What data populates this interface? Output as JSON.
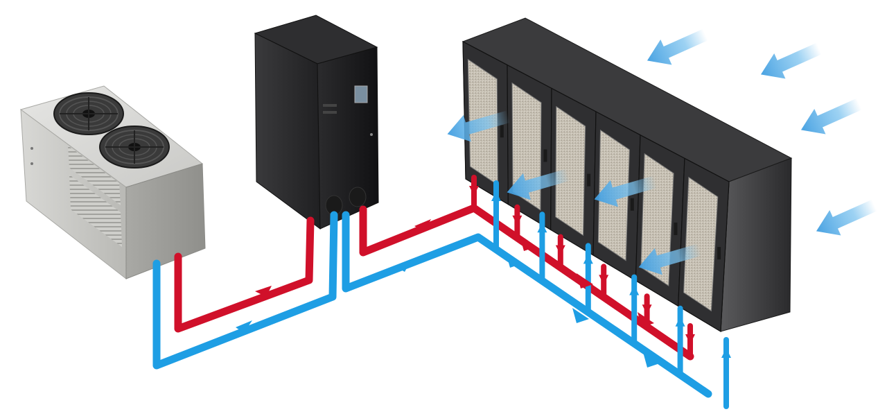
{
  "diagram": {
    "components": [
      {
        "id": "condenser",
        "icon": "condenser-unit-icon",
        "fans": 2
      },
      {
        "id": "cooling_unit",
        "icon": "cooling-unit-cabinet-icon"
      },
      {
        "id": "server_racks",
        "icon": "server-rack-row-icon",
        "count": 6
      }
    ],
    "pipe_colors": {
      "hot": "#d0102a",
      "cold": "#1e9ee4"
    },
    "airflow_color": "#7cc3ef",
    "rack_loops": 6
  }
}
